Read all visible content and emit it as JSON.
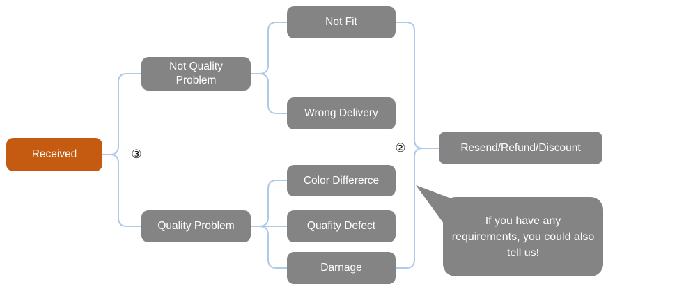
{
  "colors": {
    "background": "#FFFFFF",
    "root_fill": "#C55A11",
    "node_fill": "#848484",
    "node_text": "#FFFFFF",
    "connector": "#AFC9E8",
    "marker_text": "#1A1A1A"
  },
  "nodes": {
    "received": "Received",
    "not_quality_problem": "Not Quality Problem",
    "quality_problem": "Quality Problem",
    "not_fit": "Not Fit",
    "wrong_delivery": "Wrong Delivery",
    "color_difference": "Color Differerce",
    "quality_defect": "Quafity Defect",
    "damage": "Darnage",
    "outcome": "Resend/Refund/Discount"
  },
  "markers": {
    "left_branch": "③",
    "right_branch": "②"
  },
  "callout": {
    "text": "If you have any requirements, you could also tell us!"
  }
}
